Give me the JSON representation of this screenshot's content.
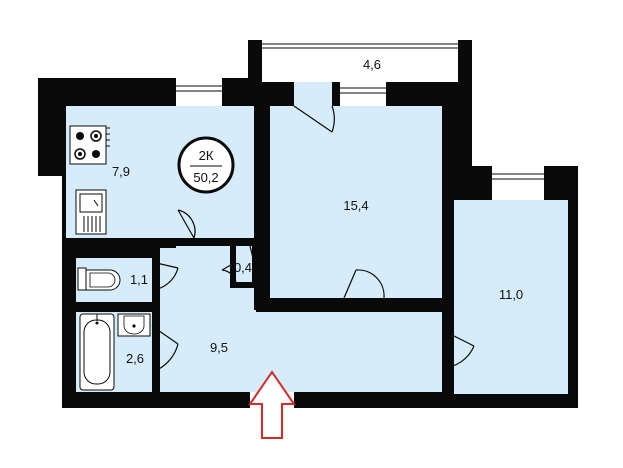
{
  "plan": {
    "badge": {
      "rooms": "2К",
      "area": "50,2"
    },
    "rooms": [
      {
        "id": "balcony",
        "area": "4,6"
      },
      {
        "id": "kitchen",
        "area": "7,9"
      },
      {
        "id": "living-room-1",
        "area": "15,4"
      },
      {
        "id": "living-room-2",
        "area": "11,0"
      },
      {
        "id": "closet",
        "area": "0,4"
      },
      {
        "id": "toilet",
        "area": "1,1"
      },
      {
        "id": "bathroom",
        "area": "2,6"
      },
      {
        "id": "hallway",
        "area": "9,5"
      }
    ],
    "colors": {
      "room_fill": "#d6ecfb",
      "wall": "#0a0a0a",
      "entrance_arrow": "#d42a2a"
    }
  }
}
